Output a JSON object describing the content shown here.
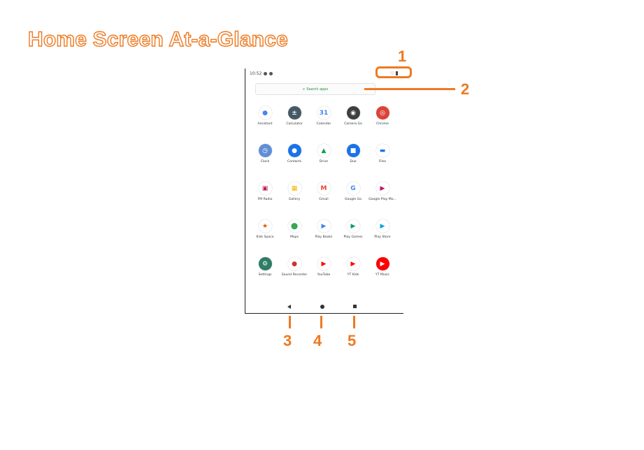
{
  "page": {
    "title": "Home Screen At-a-Glance"
  },
  "status_bar": {
    "time": "10:52"
  },
  "search": {
    "placeholder": "Search apps"
  },
  "apps": [
    {
      "label": "Assistant",
      "color": "#ffffff",
      "glyph": "●",
      "glyph_color": "#4285f4"
    },
    {
      "label": "Calculator",
      "color": "#455a64",
      "glyph": "±",
      "glyph_color": "#ffffff"
    },
    {
      "label": "Calendar",
      "color": "#ffffff",
      "glyph": "31",
      "glyph_color": "#4285f4"
    },
    {
      "label": "Camera Go",
      "color": "#3c4043",
      "glyph": "◉",
      "glyph_color": "#ffffff"
    },
    {
      "label": "Chrome",
      "color": "#db4437",
      "glyph": "◎",
      "glyph_color": "#ffffff"
    },
    {
      "label": "Clock",
      "color": "#5f8fd6",
      "glyph": "◷",
      "glyph_color": "#ffffff"
    },
    {
      "label": "Contacts",
      "color": "#1a73e8",
      "glyph": "●",
      "glyph_color": "#ffffff"
    },
    {
      "label": "Drive",
      "color": "#ffffff",
      "glyph": "▲",
      "glyph_color": "#0f9d58"
    },
    {
      "label": "Duo",
      "color": "#1a73e8",
      "glyph": "■",
      "glyph_color": "#ffffff"
    },
    {
      "label": "Files",
      "color": "#ffffff",
      "glyph": "▬",
      "glyph_color": "#1a73e8"
    },
    {
      "label": "FM Radio",
      "color": "#ffffff",
      "glyph": "▣",
      "glyph_color": "#c2185b"
    },
    {
      "label": "Gallery",
      "color": "#ffffff",
      "glyph": "▦",
      "glyph_color": "#f4b400"
    },
    {
      "label": "Gmail",
      "color": "#ffffff",
      "glyph": "M",
      "glyph_color": "#ea4335"
    },
    {
      "label": "Google Go",
      "color": "#ffffff",
      "glyph": "G",
      "glyph_color": "#4285f4"
    },
    {
      "label": "Google Play Mo...",
      "color": "#ffffff",
      "glyph": "▶",
      "glyph_color": "#c51162"
    },
    {
      "label": "Kids Space",
      "color": "#ffffff",
      "glyph": "★",
      "glyph_color": "#e65100"
    },
    {
      "label": "Maps",
      "color": "#ffffff",
      "glyph": "⬤",
      "glyph_color": "#34a853"
    },
    {
      "label": "Play Books",
      "color": "#ffffff",
      "glyph": "▶",
      "glyph_color": "#4285f4"
    },
    {
      "label": "Play Games",
      "color": "#ffffff",
      "glyph": "▶",
      "glyph_color": "#0f9d58"
    },
    {
      "label": "Play Store",
      "color": "#ffffff",
      "glyph": "▶",
      "glyph_color": "#00a5e0"
    },
    {
      "label": "Settings",
      "color": "#2e7d64",
      "glyph": "⚙",
      "glyph_color": "#ffffff"
    },
    {
      "label": "Sound Recorder",
      "color": "#ffffff",
      "glyph": "●",
      "glyph_color": "#d32f2f"
    },
    {
      "label": "YouTube",
      "color": "#ffffff",
      "glyph": "▶",
      "glyph_color": "#ff0000"
    },
    {
      "label": "YT Kids",
      "color": "#ffffff",
      "glyph": "▶",
      "glyph_color": "#ff0000"
    },
    {
      "label": "YT Music",
      "color": "#ff0000",
      "glyph": "▶",
      "glyph_color": "#ffffff"
    }
  ],
  "callouts": {
    "c1": "1",
    "c2": "2",
    "c3": "3",
    "c4": "4",
    "c5": "5"
  },
  "colors": {
    "accent": "#ee7a22"
  }
}
